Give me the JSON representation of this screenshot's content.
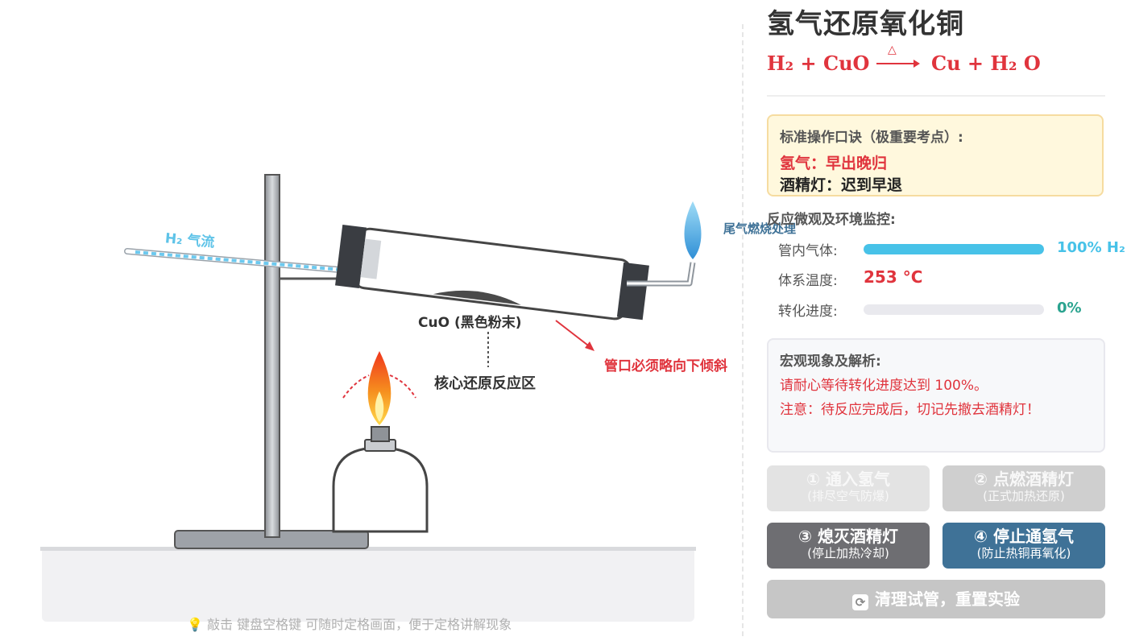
{
  "panel": {
    "title": "氢气还原氧化铜",
    "equation": {
      "left": "H₂ + CuO",
      "condition": "△",
      "right": "Cu + H₂ O"
    },
    "tips": {
      "heading": "标准操作口诀（极重要考点）:",
      "line1": "氢气：早出晚归",
      "line2": "酒精灯：迟到早退"
    },
    "monitor": {
      "heading": "反应微观及环境监控:",
      "gas_label": "管内气体:",
      "gas_value": "100% H₂",
      "gas_fill": 1.0,
      "temp_label": "体系温度:",
      "temp_value": "253 °C",
      "progress_label": "转化进度:",
      "progress_value": "0%",
      "progress_fill": 0.0
    },
    "phenomenon": {
      "heading": "宏观现象及解析:",
      "text1": "请耐心等待转化进度达到 100%。",
      "text2": "注意：待反应完成后，切记先撤去酒精灯！"
    },
    "buttons": [
      {
        "main": "① 通入氢气",
        "sub": "(排尽空气防爆)"
      },
      {
        "main": "② 点燃酒精灯",
        "sub": "(正式加热还原)"
      },
      {
        "main": "③ 熄灭酒精灯",
        "sub": "(停止加热冷却)"
      },
      {
        "main": "④ 停止通氢气",
        "sub": "(防止热铜再氧化)"
      }
    ],
    "reset_icon": "refresh-icon",
    "reset_label": "清理试管，重置实验"
  },
  "scene": {
    "h2_flow_label": "H₂ 气流",
    "exhaust_label": "尾气燃烧处理",
    "cuo_label": "CuO (黑色粉末)",
    "core_label": "核心还原反应区",
    "tilt_note": "管口必须略向下倾斜",
    "hint": "💡 敲击 键盘空格键 可随时定格画面，便于定格讲解现象"
  },
  "colors": {
    "accent_red": "#e0343d",
    "gas_blue": "#47c2e8",
    "teal": "#2aa38f",
    "button_blue": "#3f7297",
    "button_gray": "#6e6e72"
  }
}
